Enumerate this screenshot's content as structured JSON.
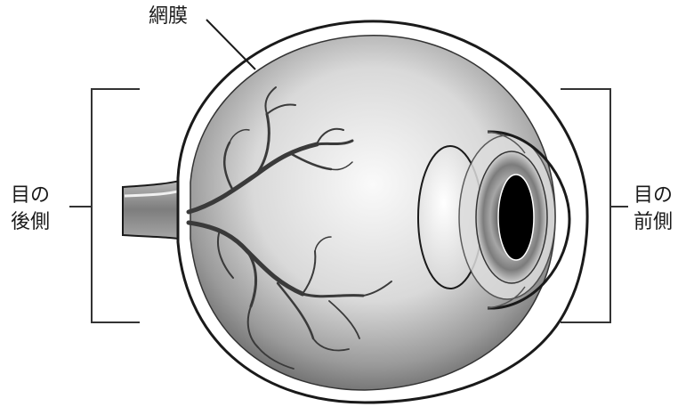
{
  "labels": {
    "retina": "網膜",
    "back_eye_line1": "目の",
    "back_eye_line2": "後側",
    "front_eye_line1": "目の",
    "front_eye_line2": "前側"
  },
  "colors": {
    "outline": "#1a1a1a",
    "sclera": "#ffffff",
    "interior_light": "#f2f2f2",
    "interior_dark": "#7a7a7a",
    "vessel": "#3a3a3a",
    "iris": "#8c8c8c",
    "pupil": "#000000"
  }
}
